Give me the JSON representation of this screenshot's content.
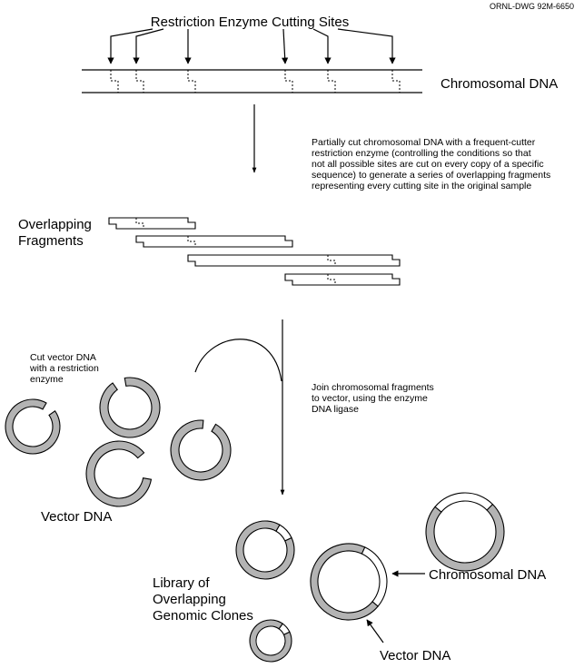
{
  "drawing_id": "ORNL-DWG 92M-6650",
  "top_title": "Restriction Enzyme Cutting Sites",
  "chromosomal_dna_label": "Chromosomal DNA",
  "step1_text": [
    "Partially cut chromosomal DNA with a frequent-cutter",
    "restriction enzyme (controlling the conditions so that",
    "not all possible sites are cut on every copy of a specific",
    "sequence) to generate a series of overlapping fragments",
    "representing every cutting site in the original sample"
  ],
  "overlapping_fragments_label": [
    "Overlapping",
    "Fragments"
  ],
  "cut_vector_text": [
    "Cut vector DNA",
    "with a restriction",
    "enzyme"
  ],
  "step2_text": [
    "Join chromosomal fragments",
    "to vector, using the enzyme",
    "DNA ligase"
  ],
  "vector_dna_label": "Vector DNA",
  "library_label": [
    "Library of",
    "Overlapping",
    "Genomic Clones"
  ],
  "chromosomal_dna_arrow_label": "Chromosomal DNA",
  "vector_dna_arrow_label": "Vector DNA",
  "colors": {
    "vector": "#b3b3b3",
    "chromosomal": "#ffffff",
    "line": "#000000"
  }
}
